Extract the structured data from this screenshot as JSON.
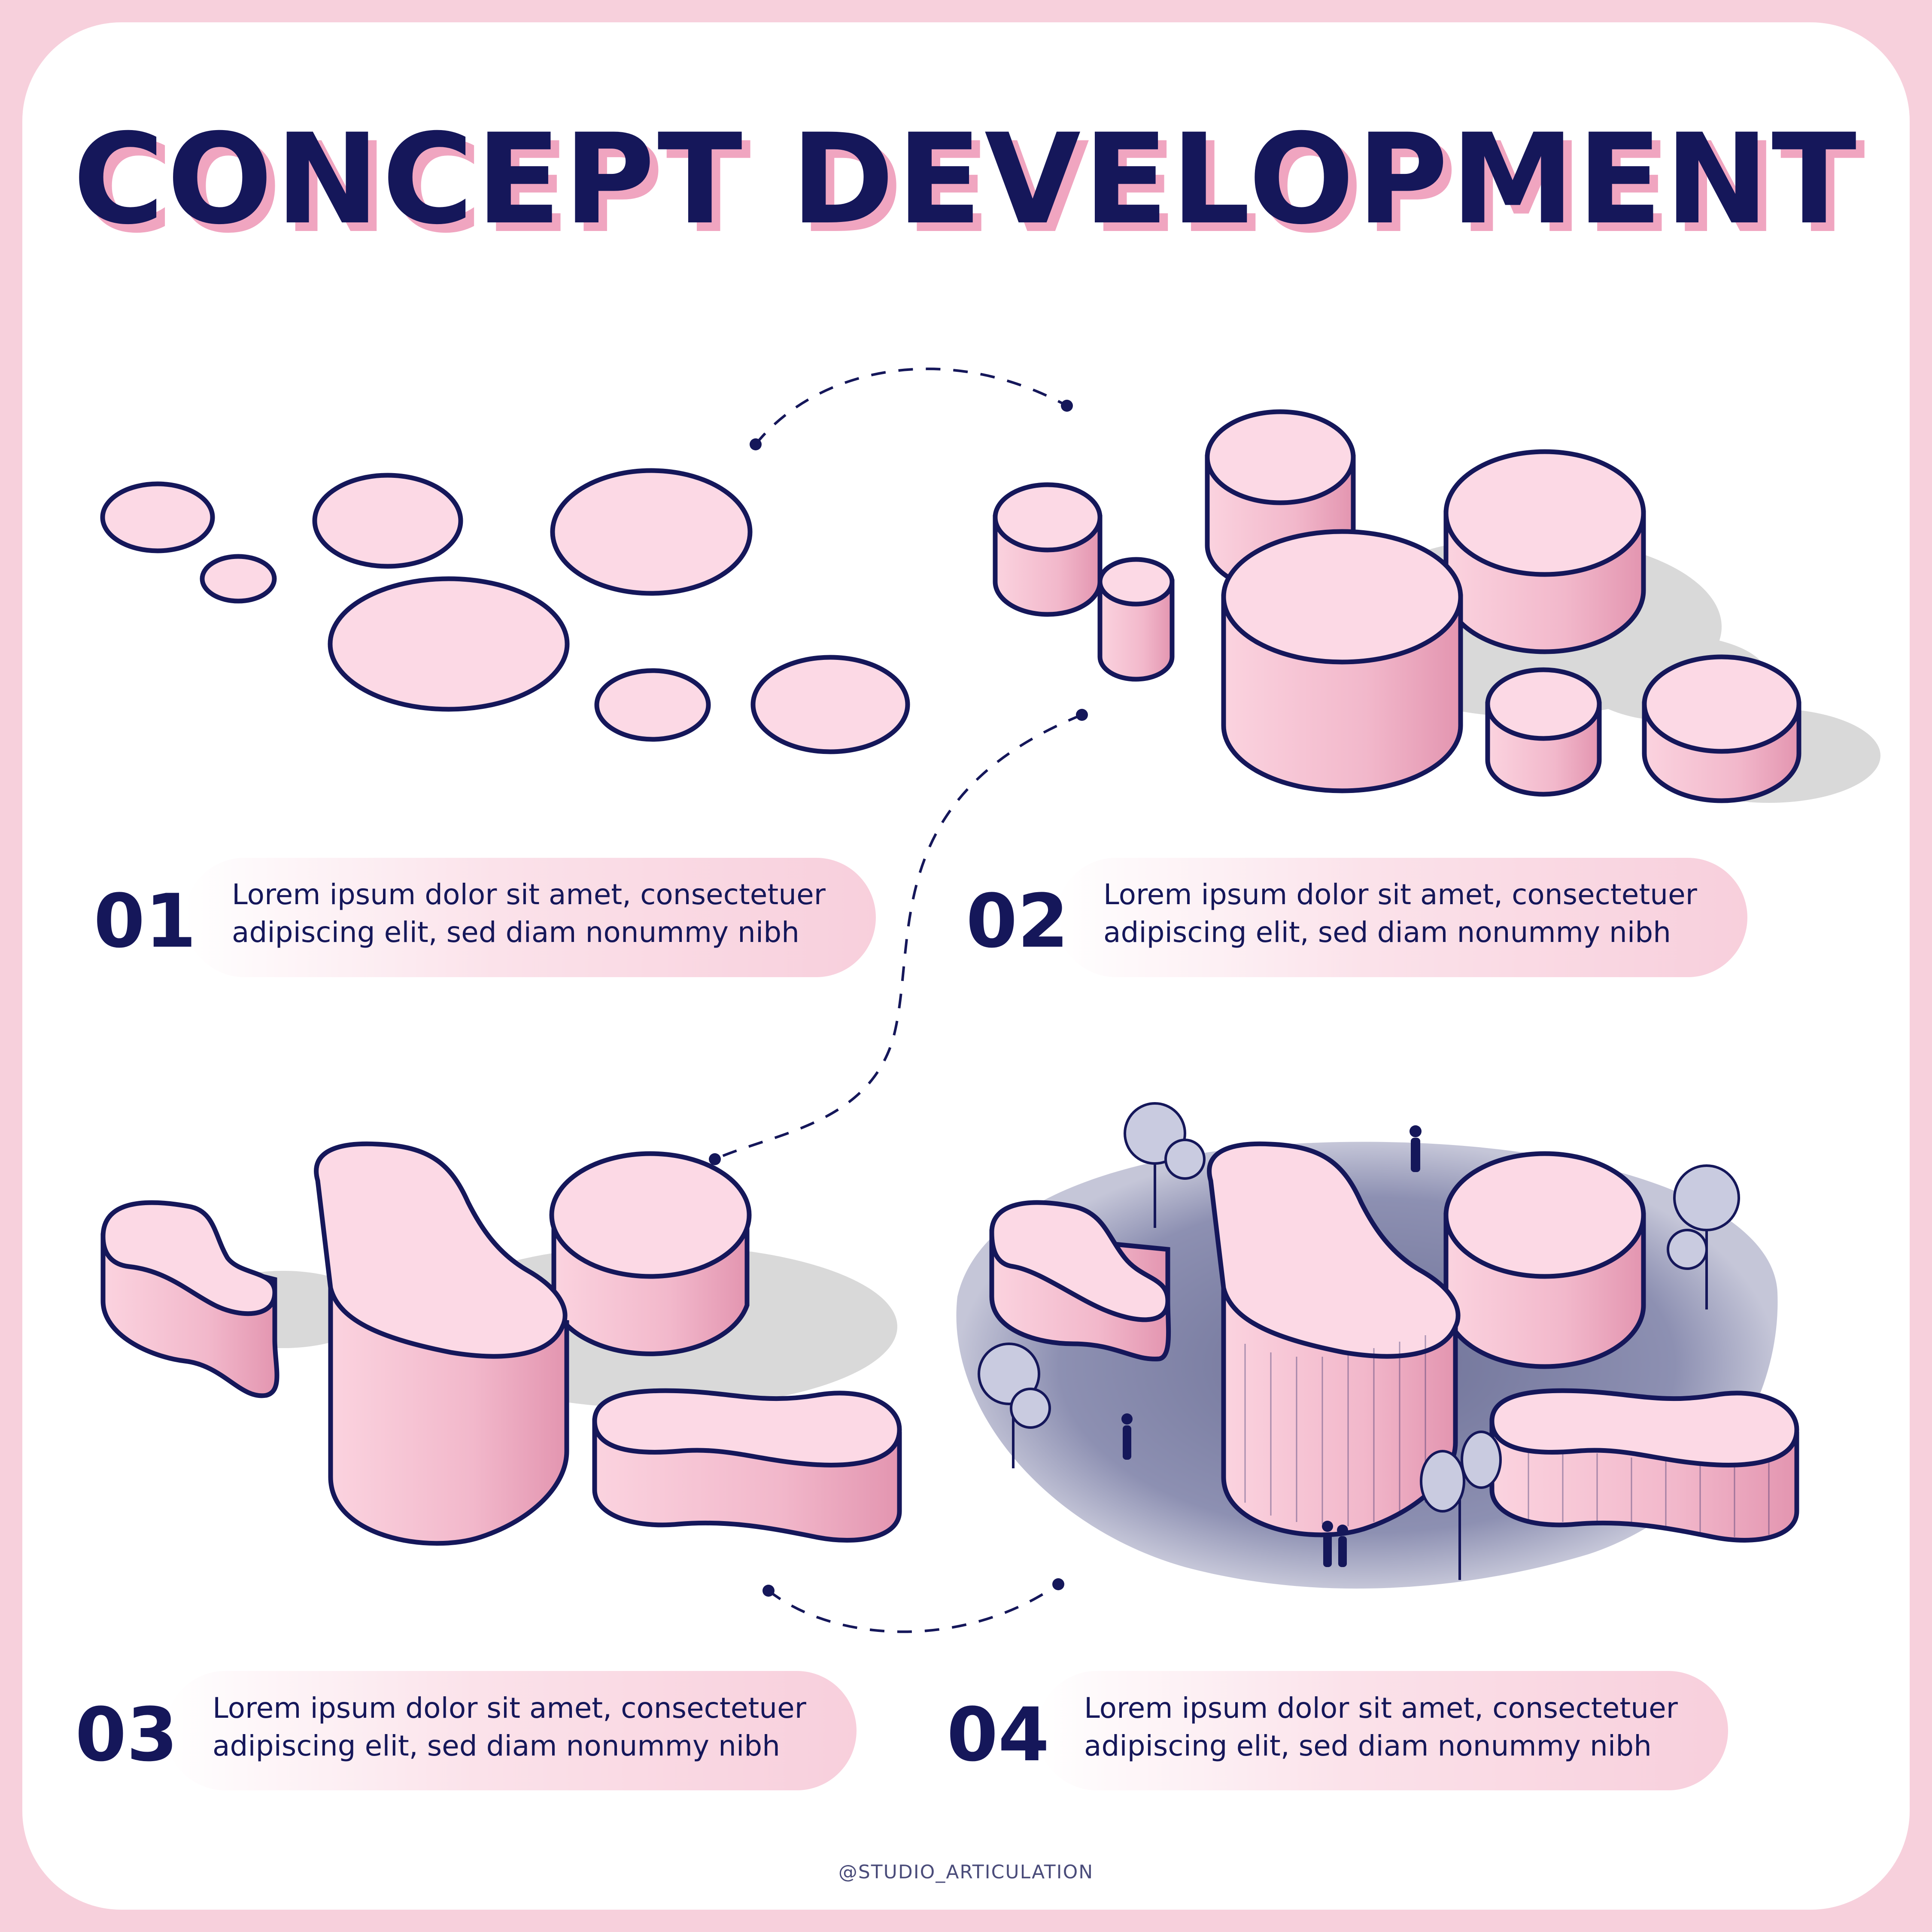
{
  "title": "CONCEPT DEVELOPMENT",
  "steps": [
    {
      "number": "01",
      "line1": "Lorem ipsum dolor sit amet, consectetuer",
      "line2": "adipiscing elit, sed diam nonummy nibh"
    },
    {
      "number": "02",
      "line1": "Lorem ipsum dolor sit amet, consectetuer",
      "line2": "adipiscing elit, sed diam nonummy nibh"
    },
    {
      "number": "03",
      "line1": "Lorem ipsum dolor sit amet, consectetuer",
      "line2": "adipiscing elit, sed diam nonummy nibh"
    },
    {
      "number": "04",
      "line1": "Lorem ipsum dolor sit amet, consectetuer",
      "line2": "adipiscing elit, sed diam nonummy nibh"
    }
  ],
  "credit": "@STUDIO_ARTICULATION",
  "colors": {
    "navy": "#15175a",
    "pink_top": "#fcd9e5",
    "pink_side": "#f0aec3",
    "background": "#f7d0dc",
    "shadow": "#d8d8d8",
    "plaza": "#8c8fb0"
  }
}
